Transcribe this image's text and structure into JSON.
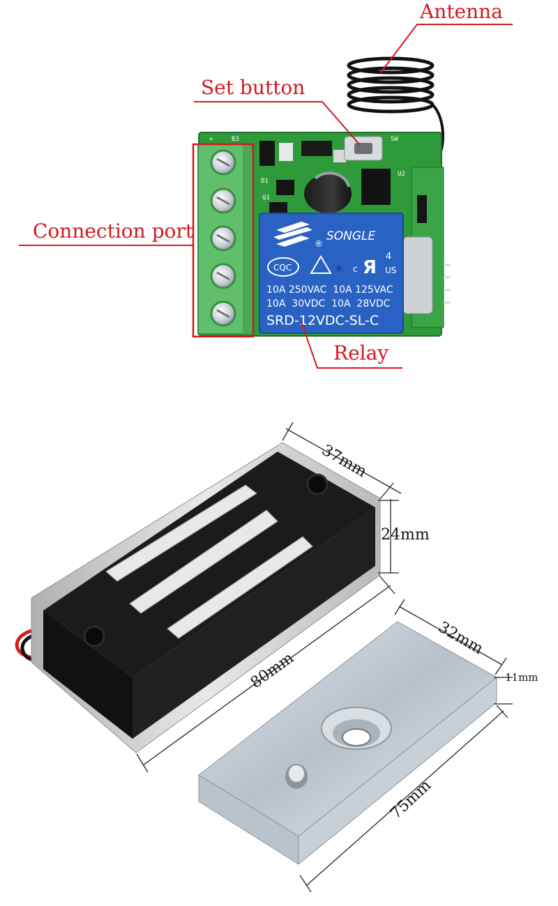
{
  "receiver_board": {
    "callouts": {
      "antenna": "Antenna",
      "set_button": "Set button",
      "connection_port": "Connection port",
      "relay": "Relay"
    },
    "pcb_silkscreen": {
      "terminal_mark": "+",
      "block_ref": "B3",
      "switch_ref": "SW",
      "diode_ref": "D1",
      "transistor_ref": "Q1",
      "module_ref": "U2"
    },
    "relay_markings": {
      "brand": "SONGLE",
      "registered": "®",
      "cqc": "CQC",
      "cert_number": "4",
      "ul_prefix": "c",
      "ul_suffix": "US",
      "rating_line_1": "10A 250VAC  10A 125VAC",
      "rating_line_2": "10A  30VDC  10A  28VDC",
      "model": "SRD-12VDC-SL-C"
    },
    "colors": {
      "callout": "#d3181f",
      "pcb": "#2f9a3a",
      "terminal_block": "#5fbf6a",
      "relay": "#2a62c4"
    }
  },
  "magnetic_lock": {
    "dimensions": {
      "lock_width": "37mm",
      "lock_height": "24mm",
      "lock_length": "80mm",
      "plate_width": "32mm",
      "plate_thickness": "11mm",
      "plate_length": "75mm"
    },
    "colors": {
      "lock_body": "#1b1b1b",
      "housing": "#c9cacb",
      "armature_plate": "#aeb8c2",
      "wire_red": "#d41e1e"
    }
  }
}
